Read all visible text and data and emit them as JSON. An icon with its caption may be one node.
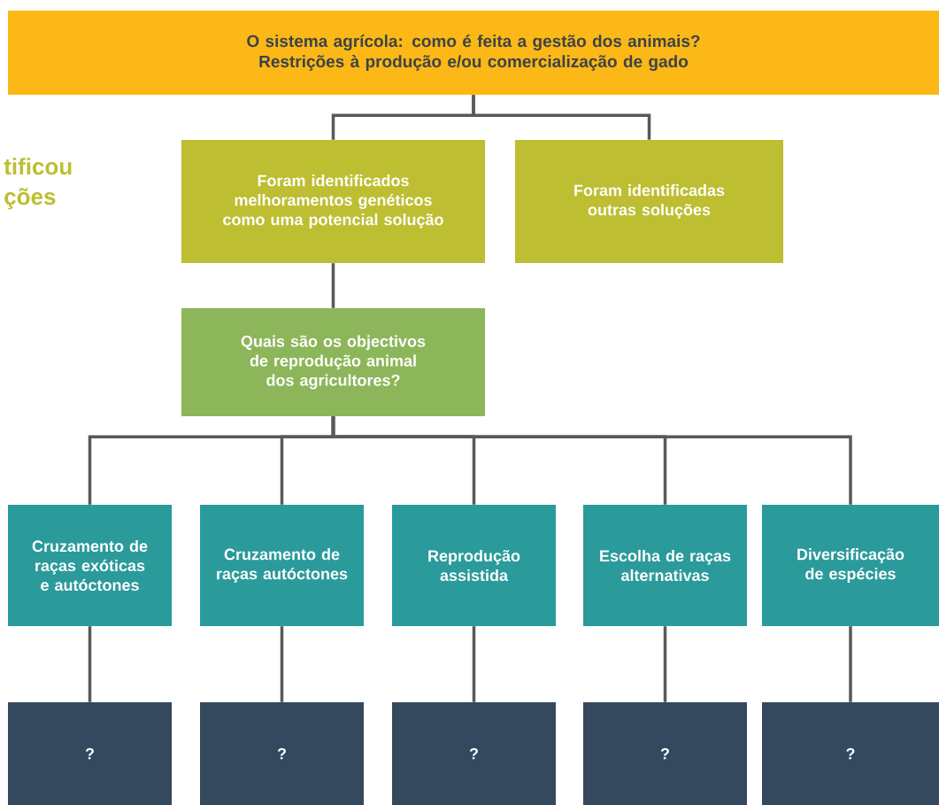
{
  "diagram": {
    "nodes": [
      {
        "text": [
          "O sistema agrícola: como é feita a gestão dos animais? Restrições à produção e/ou comercialização de gado"
        ]
      },
      {
        "text": [
          "Foram identificados melhoramentos genéticos como uma potencial solução"
        ]
      },
      {
        "text": [
          "Foram identificadas outras soluções"
        ]
      },
      {
        "text": [
          "Quais são os objectivos de reprodução animal dos agricultores?"
        ]
      },
      {
        "text": [
          "Cruzamento de raças exóticas e autóctones"
        ]
      },
      {
        "text": [
          "Cruzamento de raças autóctones"
        ]
      },
      {
        "text": [
          "Reprodução assistida"
        ]
      },
      {
        "text": [
          "Escolha de raças alternativas"
        ]
      },
      {
        "text": [
          "Diversificação de espécies"
        ]
      },
      {
        "text": [
          "?"
        ]
      },
      {
        "text": [
          "?"
        ]
      },
      {
        "text": [
          "?"
        ]
      },
      {
        "text": [
          "?"
        ]
      },
      {
        "text": [
          "?"
        ]
      }
    ],
    "edges": [
      {
        "from": 0,
        "to": 1,
        "arrow": "none"
      },
      {
        "from": 0,
        "to": 2,
        "arrow": "none"
      },
      {
        "from": 1,
        "to": 3,
        "arrow": "none"
      },
      {
        "from": 3,
        "to": 4,
        "arrow": "none"
      },
      {
        "from": 3,
        "to": 5,
        "arrow": "none"
      },
      {
        "from": 3,
        "to": 6,
        "arrow": "none"
      },
      {
        "from": 3,
        "to": 7,
        "arrow": "none"
      },
      {
        "from": 3,
        "to": 8,
        "arrow": "none"
      },
      {
        "from": 4,
        "to": 9,
        "arrow": "none"
      },
      {
        "from": 5,
        "to": 10,
        "arrow": "none"
      },
      {
        "from": 6,
        "to": 11,
        "arrow": "none"
      },
      {
        "from": 7,
        "to": 12,
        "arrow": "none"
      },
      {
        "from": 8,
        "to": 13,
        "arrow": "none"
      }
    ],
    "labels": [
      "tificou ções"
    ]
  }
}
